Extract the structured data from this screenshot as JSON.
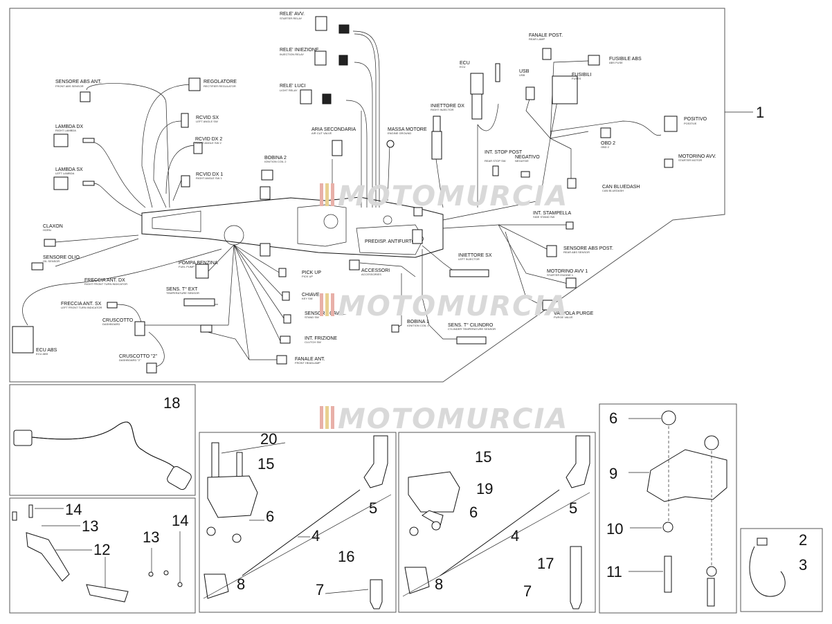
{
  "main_labels": [
    {
      "id": "rele-avv",
      "text": "RELE' AVV.",
      "sub": "STARTER RELAY"
    },
    {
      "id": "rele-iniezione",
      "text": "RELE' INIEZIONE",
      "sub": "INJECTION RELAY"
    },
    {
      "id": "rele-luci",
      "text": "RELE' LUCI",
      "sub": "LIGHT RELAY"
    },
    {
      "id": "regolatore",
      "text": "REGOLATORE",
      "sub": "RECTIFIER REGULATOR"
    },
    {
      "id": "sensore-abs-ant",
      "text": "SENSORE ABS ANT.",
      "sub": "FRONT ABS SENSOR"
    },
    {
      "id": "lambda-dx",
      "text": "LAMBDA DX",
      "sub": "RIGHT LAMBDA"
    },
    {
      "id": "lambda-sx",
      "text": "LAMBDA SX",
      "sub": "LEFT LAMBDA"
    },
    {
      "id": "rcvid-sx",
      "text": "RCVID SX",
      "sub": "LEFT ANGLE SW"
    },
    {
      "id": "rcvid-dx-2",
      "text": "RCVID DX 2",
      "sub": "RIGHT ANGLE SW 2"
    },
    {
      "id": "rcvid-dx-1",
      "text": "RCVID DX 1",
      "sub": "RIGHT ANGLE SW 1"
    },
    {
      "id": "bobina-2",
      "text": "BOBINA 2",
      "sub": "IGNITION COIL 2"
    },
    {
      "id": "aria-secondaria",
      "text": "ARIA SECONDARIA",
      "sub": "AIR CUT VALVE"
    },
    {
      "id": "massa-motore",
      "text": "MASSA MOTORE",
      "sub": "ENGINE GROUND"
    },
    {
      "id": "iniettore-dx",
      "text": "INIETTORE DX",
      "sub": "RIGHT INJECTOR"
    },
    {
      "id": "ecu",
      "text": "ECU",
      "sub": "ECU"
    },
    {
      "id": "int-stop-post",
      "text": "INT. STOP POST",
      "sub": "REAR STOP SW"
    },
    {
      "id": "negativo",
      "text": "NEGATIVO",
      "sub": "NEGATIVE"
    },
    {
      "id": "fanale-post",
      "text": "FANALE POST.",
      "sub": "REAR LAMP"
    },
    {
      "id": "usb",
      "text": "USB",
      "sub": "USB"
    },
    {
      "id": "fusibili",
      "text": "FUSIBILI",
      "sub": "FUSES"
    },
    {
      "id": "fusibile-abs",
      "text": "FUSIBILE ABS",
      "sub": "ABS FUSE"
    },
    {
      "id": "positivo",
      "text": "POSITIVO",
      "sub": "POSITIVE"
    },
    {
      "id": "obd-2",
      "text": "OBD 2",
      "sub": "OBD 2"
    },
    {
      "id": "motorino-avv",
      "text": "MOTORINO AVV.",
      "sub": "STARTER MOTOR"
    },
    {
      "id": "can-bluedash",
      "text": "CAN BLUEDASH",
      "sub": "CAN BLUEDASH"
    },
    {
      "id": "claxon",
      "text": "CLAXON",
      "sub": "HORN"
    },
    {
      "id": "sensore-olio",
      "text": "SENSORE OLIO",
      "sub": "OIL SENSOR"
    },
    {
      "id": "freccia-ant-dx",
      "text": "FRECCIA ANT. DX",
      "sub": "RIGHT FRONT TURN INDICATOR"
    },
    {
      "id": "freccia-ant-sx",
      "text": "FRECCIA ANT. SX",
      "sub": "LEFT FRONT TURN INDICATOR"
    },
    {
      "id": "ecu-abs",
      "text": "ECU ABS",
      "sub": "ECU ABS"
    },
    {
      "id": "cruscotto",
      "text": "CRUSCOTTO",
      "sub": "DASHBOARD"
    },
    {
      "id": "cruscotto-2",
      "text": "CRUSCOTTO \"2\"",
      "sub": "DASHBOARD \"2\""
    },
    {
      "id": "pompa-benzina",
      "text": "POMPA BENZINA",
      "sub": "FUEL PUMP"
    },
    {
      "id": "sens-t-ext",
      "text": "SENS. T° EXT",
      "sub": "TEMPERATURE SENSOR"
    },
    {
      "id": "pick-up",
      "text": "PICK UP",
      "sub": "PICK UP"
    },
    {
      "id": "chiave",
      "text": "CHIAVE",
      "sub": "KEY SW"
    },
    {
      "id": "sensore-cavalletto",
      "text": "SENSORE CAVAL.",
      "sub": "STAND SW"
    },
    {
      "id": "int-frizione",
      "text": "INT. FRIZIONE",
      "sub": "CLUTCH SW"
    },
    {
      "id": "fanale-ant",
      "text": "FANALE ANT.",
      "sub": "FRONT HEADLAMP"
    },
    {
      "id": "predisp-antifurto",
      "text": "PREDISP. ANTIFURTO",
      "sub": ""
    },
    {
      "id": "accessori",
      "text": "ACCESSORI",
      "sub": "ACCESSORIES"
    },
    {
      "id": "bobina-1",
      "text": "BOBINA 1",
      "sub": "IGNITION COIL 1"
    },
    {
      "id": "sens-t-cilindro",
      "text": "SENS. T° CILINDRO",
      "sub": "CYLINDER TEMPERATURE SENSOR"
    },
    {
      "id": "iniettore-sx",
      "text": "INIETTORE SX",
      "sub": "LEFT INJECTOR"
    },
    {
      "id": "int-stampella",
      "text": "INT. STAMPELLA",
      "sub": "SIDE STAND SW"
    },
    {
      "id": "sensore-abs-post",
      "text": "SENSORE ABS POST.",
      "sub": "REAR ABS SENSOR"
    },
    {
      "id": "motorino-avv-1",
      "text": "MOTORINO AVV 1",
      "sub": "STARTER ENGINE 1"
    },
    {
      "id": "valvola-purge",
      "text": "VALVOLA PURGE",
      "sub": "PURGE VALVE"
    }
  ],
  "watermark": "MOTOMURCIA",
  "callouts": {
    "n1": "1",
    "n2": "2",
    "n3": "3",
    "n4a": "4",
    "n4b": "4",
    "n5a": "5",
    "n5b": "5",
    "n6a": "6",
    "n6b": "6",
    "n6c": "6",
    "n7a": "7",
    "n7b": "7",
    "n8a": "8",
    "n8b": "8",
    "n9": "9",
    "n10": "10",
    "n11": "11",
    "n12": "12",
    "n13a": "13",
    "n13b": "13",
    "n14a": "14",
    "n14b": "14",
    "n15a": "15",
    "n15b": "15",
    "n16": "16",
    "n17": "17",
    "n18": "18",
    "n19": "19",
    "n20": "20"
  },
  "colors": {
    "line": "#111111",
    "watermark": "#d9d9d9",
    "watermark_stripe": "#e8b0a8",
    "frame": "#555555"
  }
}
